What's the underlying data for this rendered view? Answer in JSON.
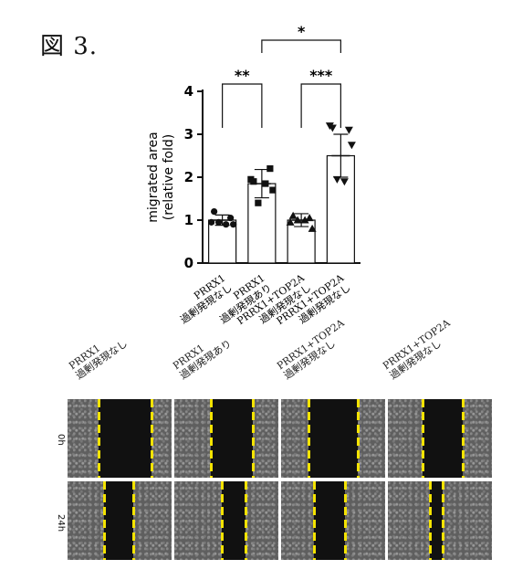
{
  "figure_label": "図 3.",
  "chart_data": {
    "type": "bar",
    "categories": [
      "PRRX1 過剰発現なし",
      "PRRX1 過剰発現あり",
      "PRRX1+TOP2A 過剰発現なし",
      "PRRX1+TOP2A 過剰発現なし"
    ],
    "tick_labels": [
      [
        "PRRX1",
        "過剰発現なし"
      ],
      [
        "PRRX1",
        "過剰発現あり"
      ],
      [
        "PRRX1+TOP2A",
        "過剰発現なし"
      ],
      [
        "PRRX1+TOP2A",
        "過剰発現なし"
      ]
    ],
    "values": [
      1.0,
      1.85,
      1.0,
      2.5
    ],
    "errors": [
      0.12,
      0.33,
      0.15,
      0.5
    ],
    "points": [
      [
        1.2,
        1.05,
        0.95,
        0.9,
        0.95,
        0.9
      ],
      [
        1.9,
        2.2,
        1.95,
        1.7,
        1.4,
        1.85
      ],
      [
        1.1,
        1.05,
        0.95,
        0.8,
        1.0,
        1.0
      ],
      [
        3.15,
        3.1,
        3.2,
        2.75,
        1.95,
        1.9
      ]
    ],
    "markers": [
      "circle",
      "square",
      "triangle-up",
      "triangle-down"
    ],
    "ylabel": "migrated area\n(relative fold)",
    "ylim": [
      0,
      4
    ],
    "yticks": [
      0,
      1,
      2,
      3,
      4
    ],
    "significance": [
      {
        "from": 0,
        "to": 1,
        "label": "**"
      },
      {
        "from": 2,
        "to": 3,
        "label": "***"
      },
      {
        "from": 1,
        "to": 3,
        "label": "*"
      }
    ],
    "grid": false
  },
  "images": {
    "columns": [
      [
        "PRRX1",
        "過剰発現なし"
      ],
      [
        "PRRX1",
        "過剰発現あり"
      ],
      [
        "PRRX1+TOP2A",
        "過剰発現なし"
      ],
      [
        "PRRX1+TOP2A",
        "過剰発現なし"
      ]
    ],
    "rows": [
      "0h",
      "24h"
    ]
  }
}
